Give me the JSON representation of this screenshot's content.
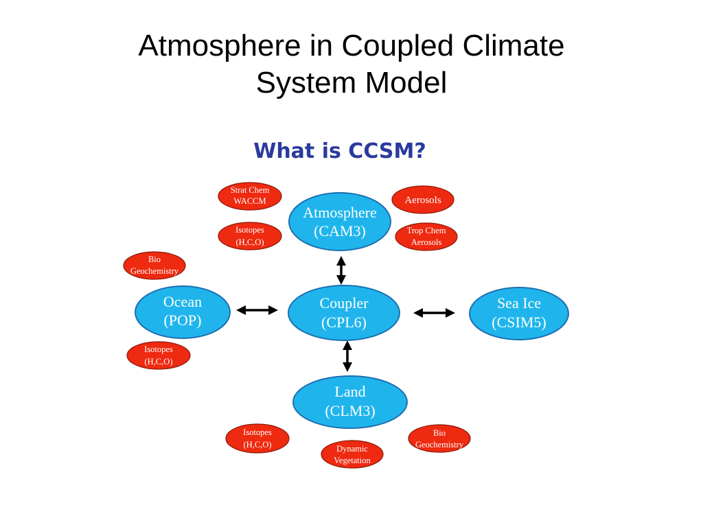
{
  "slide": {
    "title_line1": "Atmosphere in Coupled Climate",
    "title_line2": "System Model"
  },
  "diagram": {
    "heading": "What is CCSM?",
    "colors": {
      "component": "#1fb5ec",
      "subcomponent": "#ee2a10",
      "heading": "#2a3a9c",
      "arrow": "#000000"
    },
    "components": {
      "atmosphere": {
        "line1": "Atmosphere",
        "line2": "(CAM3)"
      },
      "ocean": {
        "line1": "Ocean",
        "line2": "(POP)"
      },
      "coupler": {
        "line1": "Coupler",
        "line2": "(CPL6)"
      },
      "sea_ice": {
        "line1": "Sea Ice",
        "line2": "(CSIM5)"
      },
      "land": {
        "line1": "Land",
        "line2": "(CLM3)"
      }
    },
    "subcomponents": {
      "strat_chem": {
        "line1": "Strat Chem",
        "line2": "WACCM"
      },
      "aerosols": {
        "line1": "Aerosols"
      },
      "atm_isotopes": {
        "line1": "Isotopes",
        "line2": "(H,C,O)"
      },
      "trop_chem": {
        "line1": "Trop Chem",
        "line2": "Aerosols"
      },
      "ocean_bio": {
        "line1": "Bio",
        "line2": "Geochemistry"
      },
      "ocean_isotopes": {
        "line1": "Isotopes",
        "line2": "(H,C,O)"
      },
      "land_isotopes": {
        "line1": "Isotopes",
        "line2": "(H,C,O)"
      },
      "dynamic_vegetation": {
        "line1": "Dynamic",
        "line2": "Vegetation"
      },
      "land_bio": {
        "line1": "Bio",
        "line2": "Geochemistry"
      }
    }
  }
}
